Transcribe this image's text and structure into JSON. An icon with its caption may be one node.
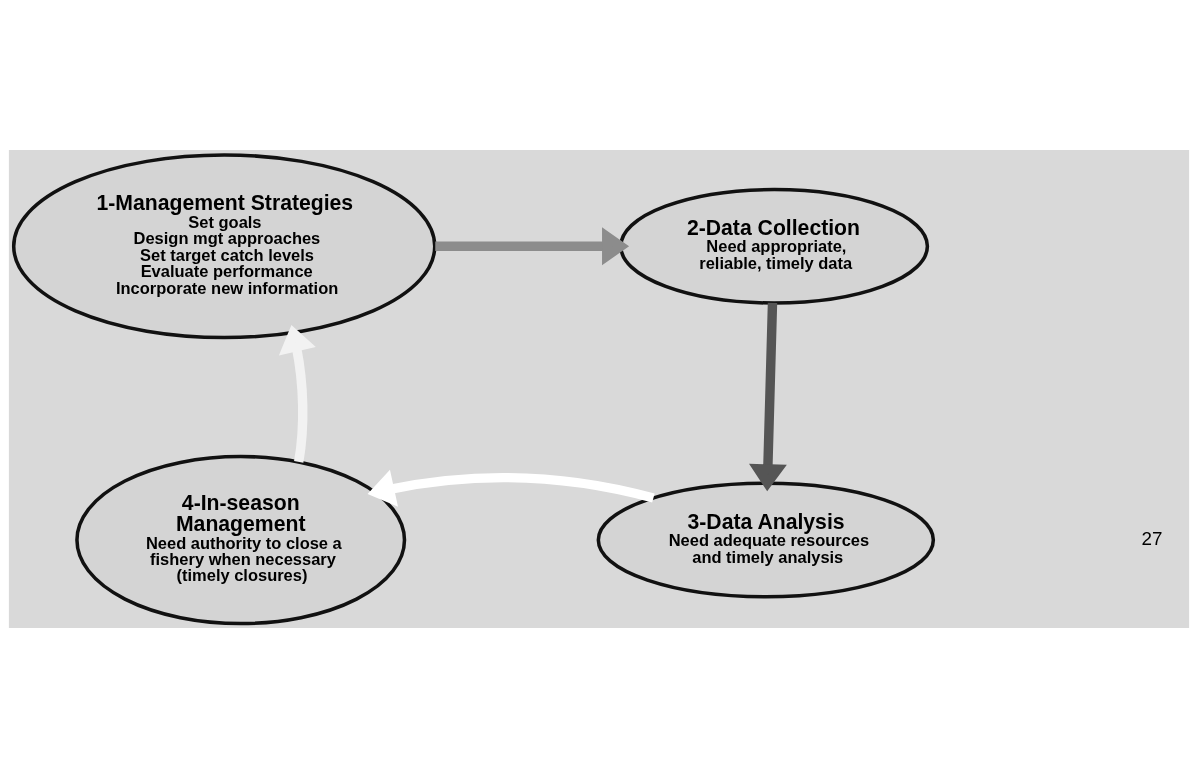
{
  "diagram": {
    "nodes": [
      {
        "text": [
          "1-Management Strategies",
          "Set goals",
          "Design mgt approaches",
          "Set target catch levels",
          "Evaluate performance",
          "Incorporate new information"
        ]
      },
      {
        "text": [
          "2-Data Collection",
          "Need appropriate, reliable, timely data"
        ]
      },
      {
        "text": [
          "3-Data Analysis",
          "Need adequate resources and timely analysis"
        ]
      },
      {
        "text": [
          "4-In-season Management",
          "Need authority to close a fishery when necessary (timely closures)"
        ]
      }
    ],
    "edges": [
      {
        "from": 0,
        "to": 1,
        "arrow": "to",
        "color": "#8c8c8c"
      },
      {
        "from": 1,
        "to": 2,
        "arrow": "to",
        "color": "#555555"
      },
      {
        "from": 2,
        "to": 3,
        "arrow": "to",
        "color": "#ffffff"
      },
      {
        "from": 3,
        "to": 0,
        "arrow": "to",
        "color": "#f2f2f2"
      }
    ],
    "labels": [
      "27"
    ]
  }
}
